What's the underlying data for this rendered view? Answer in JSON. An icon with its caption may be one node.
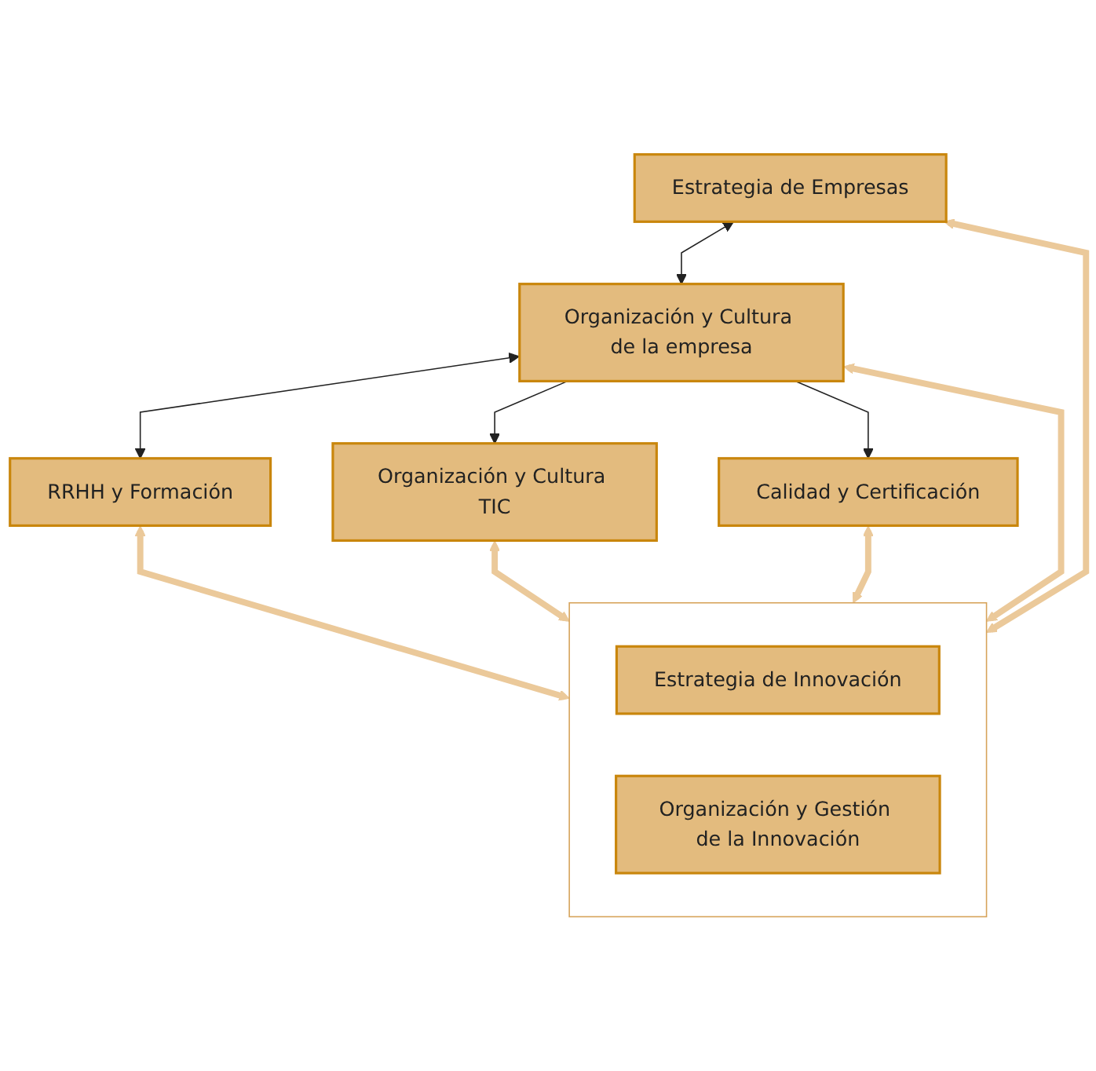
{
  "diagram": {
    "nodes": [
      {
        "text": [
          "Estrategia de Empresas"
        ]
      },
      {
        "text": [
          "Organización y Cultura de la empresa"
        ]
      },
      {
        "text": [
          "RRHH y Formación"
        ]
      },
      {
        "text": [
          "Organización y Cultura TIC"
        ]
      },
      {
        "text": [
          "Calidad y Certificación"
        ]
      },
      {
        "text": [],
        "shape": "box"
      },
      {
        "text": [
          "Estrategia de Innovación"
        ],
        "in": 5
      },
      {
        "text": [
          "Organización y Gestión de la Innovación"
        ],
        "in": 5
      }
    ],
    "edges": [
      {
        "from": 0,
        "to": 1,
        "arrow": "both",
        "color": "#222222"
      },
      {
        "from": 1,
        "to": 2,
        "arrow": "both",
        "color": "#222222"
      },
      {
        "from": 1,
        "to": 3,
        "arrow": "to",
        "color": "#222222"
      },
      {
        "from": 1,
        "to": 4,
        "arrow": "to",
        "color": "#222222"
      },
      {
        "from": 3,
        "to": 5,
        "arrow": "both"
      },
      {
        "from": 1,
        "to": 5,
        "arrow": "both"
      },
      {
        "from": 2,
        "to": 5,
        "arrow": "both"
      },
      {
        "from": 0,
        "to": 5,
        "arrow": "both"
      },
      {
        "from": 4,
        "to": 5,
        "arrow": "both"
      }
    ]
  }
}
